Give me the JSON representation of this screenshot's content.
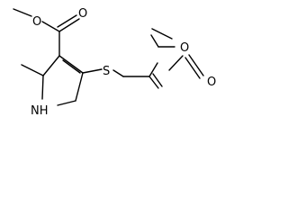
{
  "molecule": {
    "atoms": {
      "ester_o_double": "O",
      "ester_o_single": "O",
      "nh": "NH",
      "s": "S",
      "right_o_single": "O",
      "right_o_double": "O"
    }
  }
}
